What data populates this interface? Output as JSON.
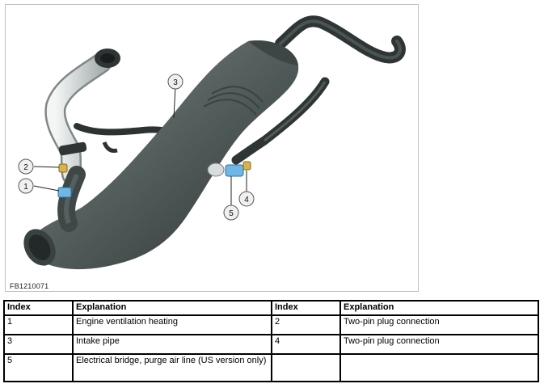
{
  "figure": {
    "code": "FB1210071",
    "callouts": [
      "1",
      "2",
      "3",
      "4",
      "5"
    ]
  },
  "legend": {
    "headers": [
      "Index",
      "Explanation",
      "Index",
      "Explanation"
    ],
    "rows": [
      [
        "1",
        "Engine ventilation heating",
        "2",
        "Two-pin plug connection"
      ],
      [
        "3",
        "Intake pipe",
        "4",
        "Two-pin plug connection"
      ],
      [
        "5",
        "Electrical bridge, purge air line (US version only)",
        "",
        ""
      ]
    ]
  },
  "colors": {
    "pipe": "#4f5a5a",
    "highlight_blue": "#6fb7e4",
    "highlight_yellow": "#d8b34a",
    "frame": "#b7c1cc"
  }
}
